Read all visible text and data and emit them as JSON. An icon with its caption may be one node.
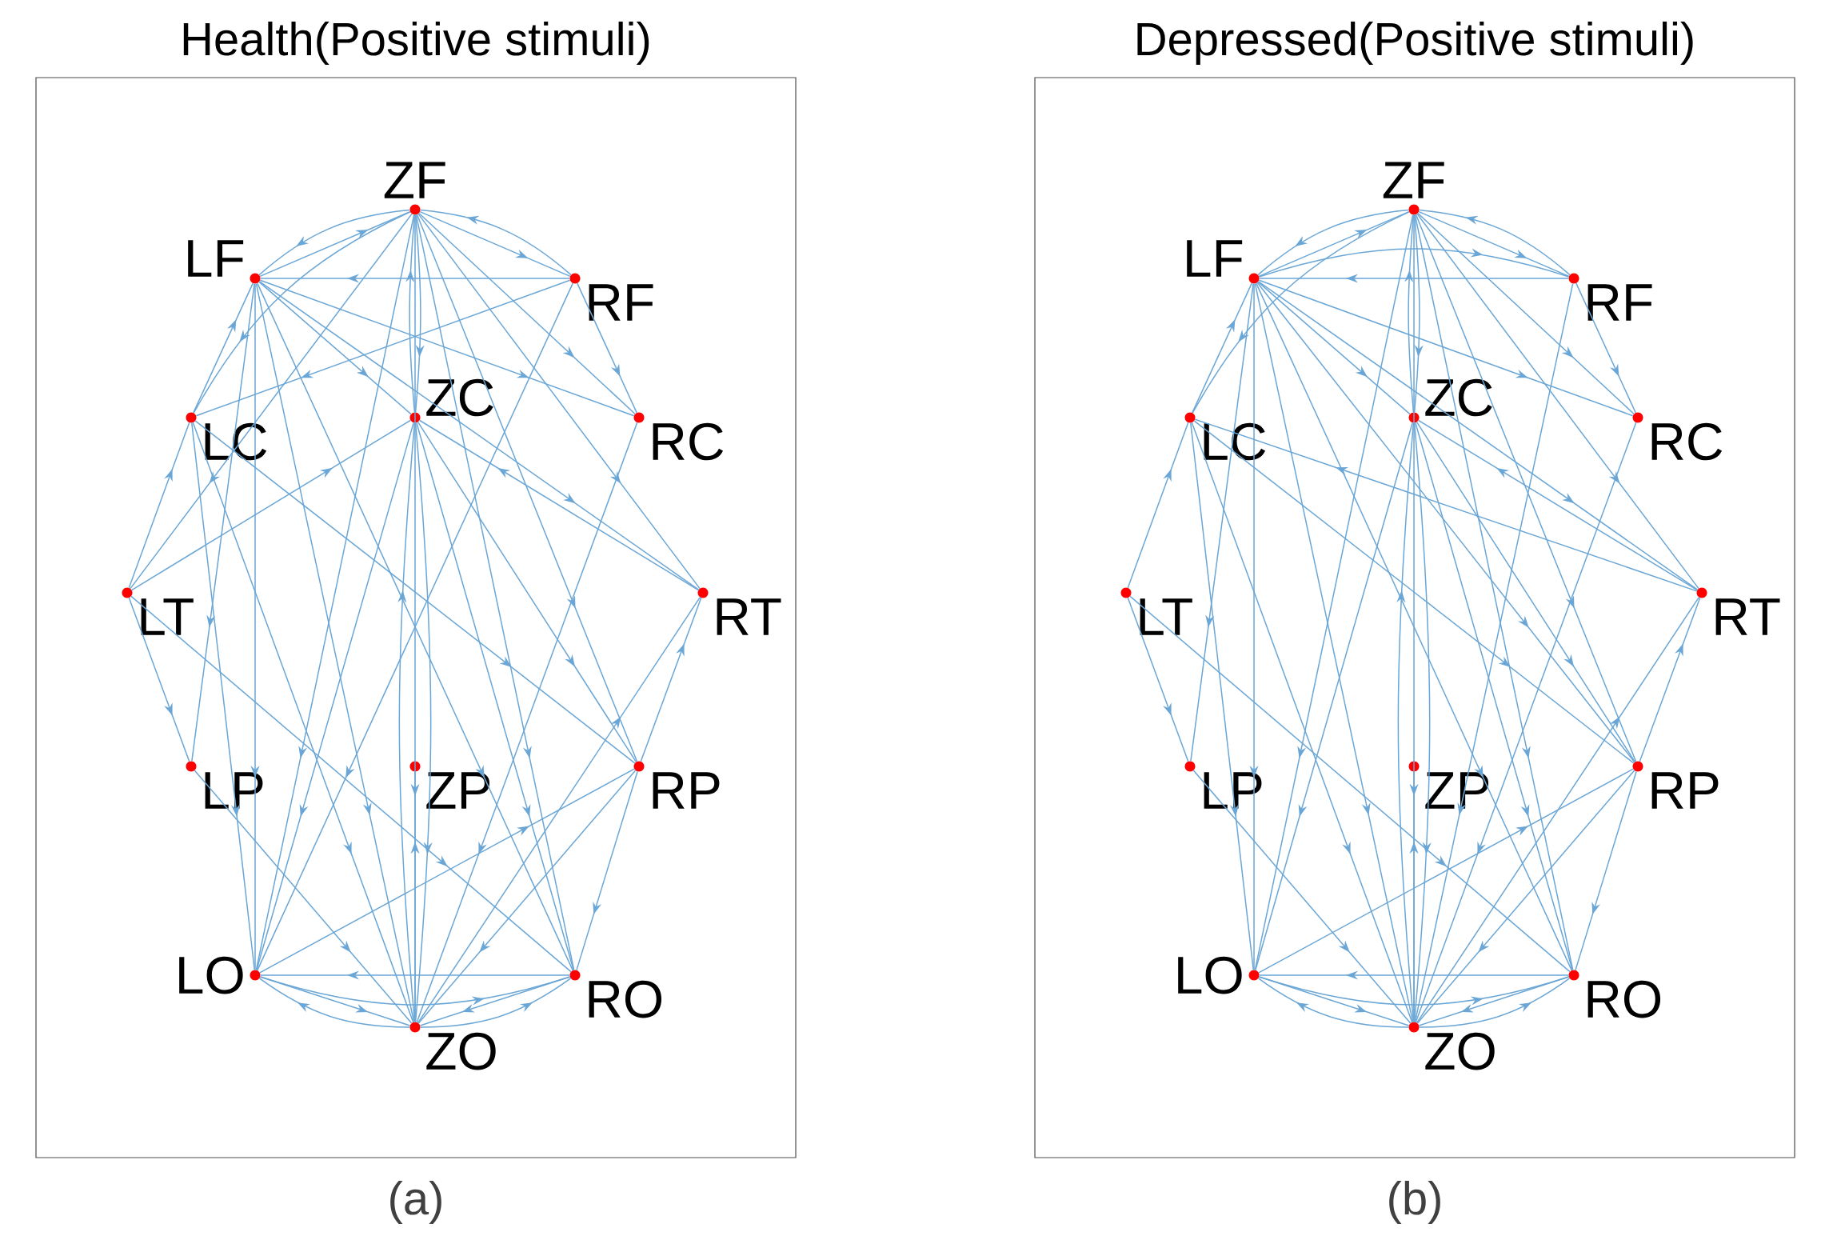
{
  "diagram": {
    "nodes": [
      {
        "text": [
          "Health(Positive stimuli)",
          "(a)"
        ]
      },
      {
        "text": [
          "ZF"
        ],
        "in": 0
      },
      {
        "text": [
          "LF"
        ],
        "in": 0
      },
      {
        "text": [
          "RF"
        ],
        "in": 0
      },
      {
        "text": [
          "LC"
        ],
        "in": 0
      },
      {
        "text": [
          "ZC"
        ],
        "in": 0
      },
      {
        "text": [
          "RC"
        ],
        "in": 0
      },
      {
        "text": [
          "LT"
        ],
        "in": 0
      },
      {
        "text": [
          "RT"
        ],
        "in": 0
      },
      {
        "text": [
          "LP"
        ],
        "in": 0
      },
      {
        "text": [
          "ZP"
        ],
        "in": 0
      },
      {
        "text": [
          "RP"
        ],
        "in": 0
      },
      {
        "text": [
          "LO"
        ],
        "in": 0
      },
      {
        "text": [
          "RO"
        ],
        "in": 0
      },
      {
        "text": [
          "ZO"
        ],
        "in": 0
      },
      {
        "text": [
          "Depressed(Positive stimuli)",
          "(b)"
        ]
      },
      {
        "text": [
          "ZF"
        ],
        "in": 15
      },
      {
        "text": [
          "LF"
        ],
        "in": 15
      },
      {
        "text": [
          "RF"
        ],
        "in": 15
      },
      {
        "text": [
          "LC"
        ],
        "in": 15
      },
      {
        "text": [
          "ZC"
        ],
        "in": 15
      },
      {
        "text": [
          "RC"
        ],
        "in": 15
      },
      {
        "text": [
          "LT"
        ],
        "in": 15
      },
      {
        "text": [
          "RT"
        ],
        "in": 15
      },
      {
        "text": [
          "LP"
        ],
        "in": 15
      },
      {
        "text": [
          "ZP"
        ],
        "in": 15
      },
      {
        "text": [
          "RP"
        ],
        "in": 15
      },
      {
        "text": [
          "LO"
        ],
        "in": 15
      },
      {
        "text": [
          "RO"
        ],
        "in": 15
      },
      {
        "text": [
          "ZO"
        ],
        "in": 15
      }
    ],
    "edges": [
      {
        "from": 1,
        "to": 2,
        "arrow": "to"
      },
      {
        "from": 2,
        "to": 1,
        "arrow": "to"
      },
      {
        "from": 3,
        "to": 1,
        "arrow": "to"
      },
      {
        "from": 1,
        "to": 3,
        "arrow": "to"
      },
      {
        "from": 3,
        "to": 2,
        "arrow": "to"
      },
      {
        "from": 1,
        "to": 4,
        "arrow": "to"
      },
      {
        "from": 4,
        "to": 2,
        "arrow": "to"
      },
      {
        "from": 1,
        "to": 5,
        "arrow": "to"
      },
      {
        "from": 5,
        "to": 1,
        "arrow": "to"
      },
      {
        "from": 1,
        "to": 6,
        "arrow": "to"
      },
      {
        "from": 3,
        "to": 6,
        "arrow": "to"
      },
      {
        "from": 2,
        "to": 5,
        "arrow": "to"
      },
      {
        "from": 2,
        "to": 6,
        "arrow": "to"
      },
      {
        "from": 2,
        "to": 8,
        "arrow": "to"
      },
      {
        "from": 2,
        "to": 9,
        "arrow": "to"
      },
      {
        "from": 2,
        "to": 12,
        "arrow": "to"
      },
      {
        "from": 2,
        "to": 14,
        "arrow": "to"
      },
      {
        "from": 2,
        "to": 13,
        "arrow": "to"
      },
      {
        "from": 1,
        "to": 7,
        "arrow": "to"
      },
      {
        "from": 1,
        "to": 12,
        "arrow": "to"
      },
      {
        "from": 1,
        "to": 14,
        "arrow": "to"
      },
      {
        "from": 1,
        "to": 13,
        "arrow": "to"
      },
      {
        "from": 1,
        "to": 11,
        "arrow": "to"
      },
      {
        "from": 1,
        "to": 8,
        "arrow": "to"
      },
      {
        "from": 3,
        "to": 4,
        "arrow": "to"
      },
      {
        "from": 3,
        "to": 12,
        "arrow": "to"
      },
      {
        "from": 8,
        "to": 5,
        "arrow": "to"
      },
      {
        "from": 6,
        "to": 14,
        "arrow": "to"
      },
      {
        "from": 7,
        "to": 4,
        "arrow": "to"
      },
      {
        "from": 7,
        "to": 9,
        "arrow": "to"
      },
      {
        "from": 7,
        "to": 5,
        "arrow": "to"
      },
      {
        "from": 7,
        "to": 13,
        "arrow": "to"
      },
      {
        "from": 4,
        "to": 12,
        "arrow": "to"
      },
      {
        "from": 4,
        "to": 14,
        "arrow": "to"
      },
      {
        "from": 4,
        "to": 11,
        "arrow": "to"
      },
      {
        "from": 5,
        "to": 12,
        "arrow": "to"
      },
      {
        "from": 5,
        "to": 14,
        "arrow": "to"
      },
      {
        "from": 14,
        "to": 5,
        "arrow": "to"
      },
      {
        "from": 5,
        "to": 11,
        "arrow": "to"
      },
      {
        "from": 5,
        "to": 13,
        "arrow": "to"
      },
      {
        "from": 11,
        "to": 8,
        "arrow": "to"
      },
      {
        "from": 11,
        "to": 13,
        "arrow": "to"
      },
      {
        "from": 11,
        "to": 14,
        "arrow": "to"
      },
      {
        "from": 14,
        "to": 8,
        "arrow": "to"
      },
      {
        "from": 14,
        "to": 12,
        "arrow": "to"
      },
      {
        "from": 12,
        "to": 13,
        "arrow": "to"
      },
      {
        "from": 14,
        "to": 13,
        "arrow": "to"
      },
      {
        "from": 13,
        "to": 14,
        "arrow": "to"
      },
      {
        "from": 12,
        "to": 14,
        "arrow": "to"
      },
      {
        "from": 9,
        "to": 14,
        "arrow": "to"
      },
      {
        "from": 14,
        "to": 10,
        "arrow": "to"
      },
      {
        "from": 12,
        "to": 11,
        "arrow": "to"
      },
      {
        "from": 13,
        "to": 12,
        "arrow": "to"
      },
      {
        "from": 16,
        "to": 17,
        "arrow": "to"
      },
      {
        "from": 17,
        "to": 16,
        "arrow": "to"
      },
      {
        "from": 18,
        "to": 16,
        "arrow": "to"
      },
      {
        "from": 16,
        "to": 18,
        "arrow": "to"
      },
      {
        "from": 18,
        "to": 17,
        "arrow": "to"
      },
      {
        "from": 16,
        "to": 19,
        "arrow": "to"
      },
      {
        "from": 19,
        "to": 17,
        "arrow": "to"
      },
      {
        "from": 16,
        "to": 20,
        "arrow": "to"
      },
      {
        "from": 20,
        "to": 16,
        "arrow": "to"
      },
      {
        "from": 16,
        "to": 21,
        "arrow": "to"
      },
      {
        "from": 18,
        "to": 21,
        "arrow": "to"
      },
      {
        "from": 17,
        "to": 20,
        "arrow": "to"
      },
      {
        "from": 17,
        "to": 21,
        "arrow": "to"
      },
      {
        "from": 17,
        "to": 23,
        "arrow": "to"
      },
      {
        "from": 17,
        "to": 24,
        "arrow": "to"
      },
      {
        "from": 17,
        "to": 27,
        "arrow": "to"
      },
      {
        "from": 17,
        "to": 29,
        "arrow": "to"
      },
      {
        "from": 17,
        "to": 28,
        "arrow": "to"
      },
      {
        "from": 16,
        "to": 27,
        "arrow": "to"
      },
      {
        "from": 16,
        "to": 29,
        "arrow": "to"
      },
      {
        "from": 16,
        "to": 28,
        "arrow": "to"
      },
      {
        "from": 16,
        "to": 26,
        "arrow": "to"
      },
      {
        "from": 16,
        "to": 23,
        "arrow": "to"
      },
      {
        "from": 23,
        "to": 20,
        "arrow": "to"
      },
      {
        "from": 21,
        "to": 29,
        "arrow": "to"
      },
      {
        "from": 22,
        "to": 19,
        "arrow": "to"
      },
      {
        "from": 22,
        "to": 24,
        "arrow": "to"
      },
      {
        "from": 22,
        "to": 28,
        "arrow": "to"
      },
      {
        "from": 19,
        "to": 27,
        "arrow": "to"
      },
      {
        "from": 19,
        "to": 29,
        "arrow": "to"
      },
      {
        "from": 19,
        "to": 26,
        "arrow": "to"
      },
      {
        "from": 20,
        "to": 27,
        "arrow": "to"
      },
      {
        "from": 20,
        "to": 29,
        "arrow": "to"
      },
      {
        "from": 29,
        "to": 20,
        "arrow": "to"
      },
      {
        "from": 20,
        "to": 26,
        "arrow": "to"
      },
      {
        "from": 20,
        "to": 28,
        "arrow": "to"
      },
      {
        "from": 26,
        "to": 23,
        "arrow": "to"
      },
      {
        "from": 26,
        "to": 28,
        "arrow": "to"
      },
      {
        "from": 26,
        "to": 29,
        "arrow": "to"
      },
      {
        "from": 29,
        "to": 23,
        "arrow": "to"
      },
      {
        "from": 29,
        "to": 27,
        "arrow": "to"
      },
      {
        "from": 27,
        "to": 28,
        "arrow": "to"
      },
      {
        "from": 29,
        "to": 28,
        "arrow": "to"
      },
      {
        "from": 28,
        "to": 29,
        "arrow": "to"
      },
      {
        "from": 27,
        "to": 29,
        "arrow": "to"
      },
      {
        "from": 24,
        "to": 29,
        "arrow": "to"
      },
      {
        "from": 29,
        "to": 25,
        "arrow": "to"
      },
      {
        "from": 27,
        "to": 26,
        "arrow": "to"
      },
      {
        "from": 28,
        "to": 27,
        "arrow": "to"
      },
      {
        "from": 17,
        "to": 18,
        "arrow": "to"
      },
      {
        "from": 18,
        "to": 29,
        "arrow": "to"
      },
      {
        "from": 23,
        "to": 19,
        "arrow": "to"
      },
      {
        "from": 17,
        "to": 26,
        "arrow": "to"
      }
    ]
  }
}
